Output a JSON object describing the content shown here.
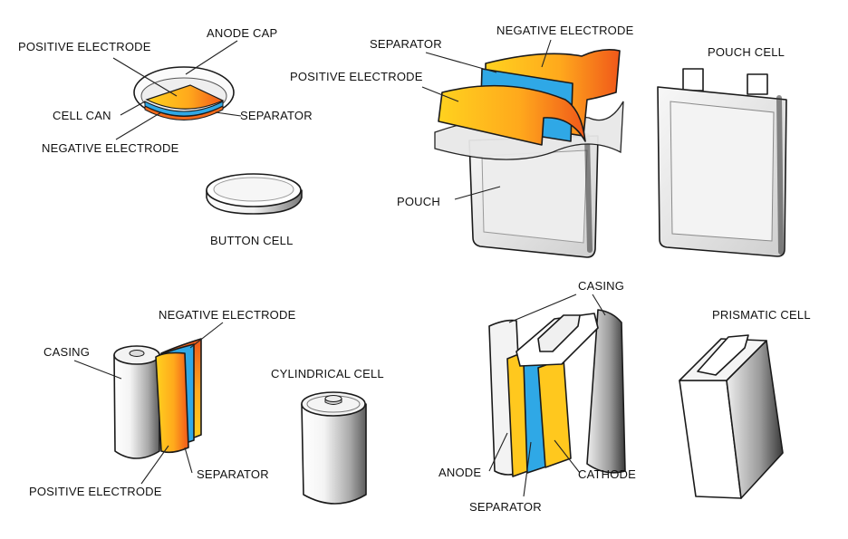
{
  "button_cell": {
    "title": "BUTTON CELL",
    "labels": {
      "anode_cap": "ANODE CAP",
      "positive_electrode": "POSITIVE ELECTRODE",
      "cell_can": "CELL CAN",
      "separator": "SEPARATOR",
      "negative_electrode": "NEGATIVE ELECTRODE"
    }
  },
  "pouch_cell": {
    "title": "POUCH CELL",
    "labels": {
      "negative_electrode": "NEGATIVE ELECTRODE",
      "separator": "SEPARATOR",
      "positive_electrode": "POSITIVE ELECTRODE",
      "pouch": "POUCH"
    }
  },
  "cylindrical_cell": {
    "title": "CYLINDRICAL CELL",
    "labels": {
      "negative_electrode": "NEGATIVE ELECTRODE",
      "casing": "CASING",
      "positive_electrode": "POSITIVE ELECTRODE",
      "separator": "SEPARATOR"
    }
  },
  "prismatic_cell": {
    "title": "PRISMATIC CELL",
    "labels": {
      "casing": "CASING",
      "anode": "ANODE",
      "separator": "SEPARATOR",
      "cathode": "CATHODE"
    }
  },
  "colors": {
    "electrode_yellow": "#ffc81e",
    "electrode_orange": "#f26a1b",
    "separator_blue": "#2fa8e6",
    "outline": "#1a1a1a"
  }
}
